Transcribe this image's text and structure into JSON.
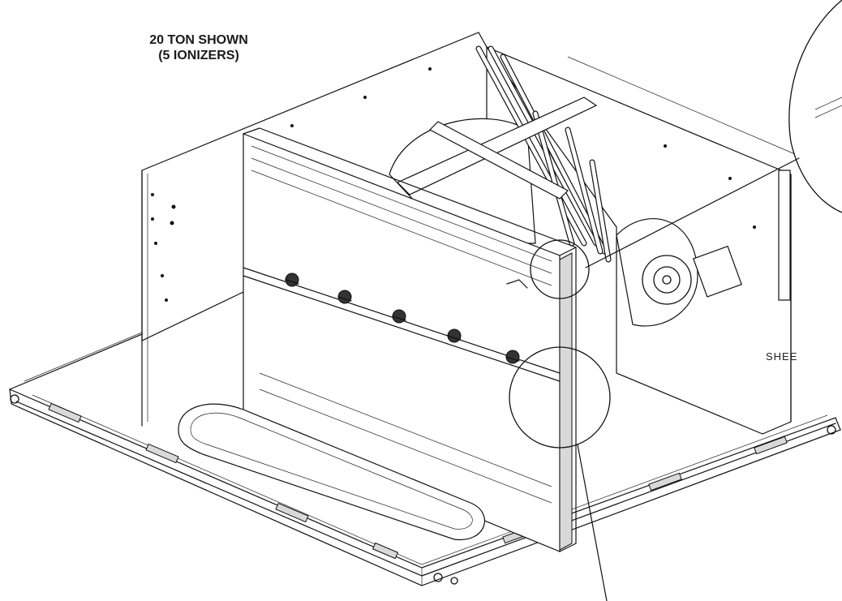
{
  "caption": {
    "line1": "20 TON SHOWN",
    "line2": "(5 IONIZERS)"
  },
  "labels": {
    "sheet_fragment": "SHEE"
  },
  "callouts": [
    {
      "name": "upper-detail-circle"
    },
    {
      "name": "lower-detail-circle"
    },
    {
      "name": "detail-view-circle"
    }
  ],
  "ionizers": {
    "count": 5
  }
}
